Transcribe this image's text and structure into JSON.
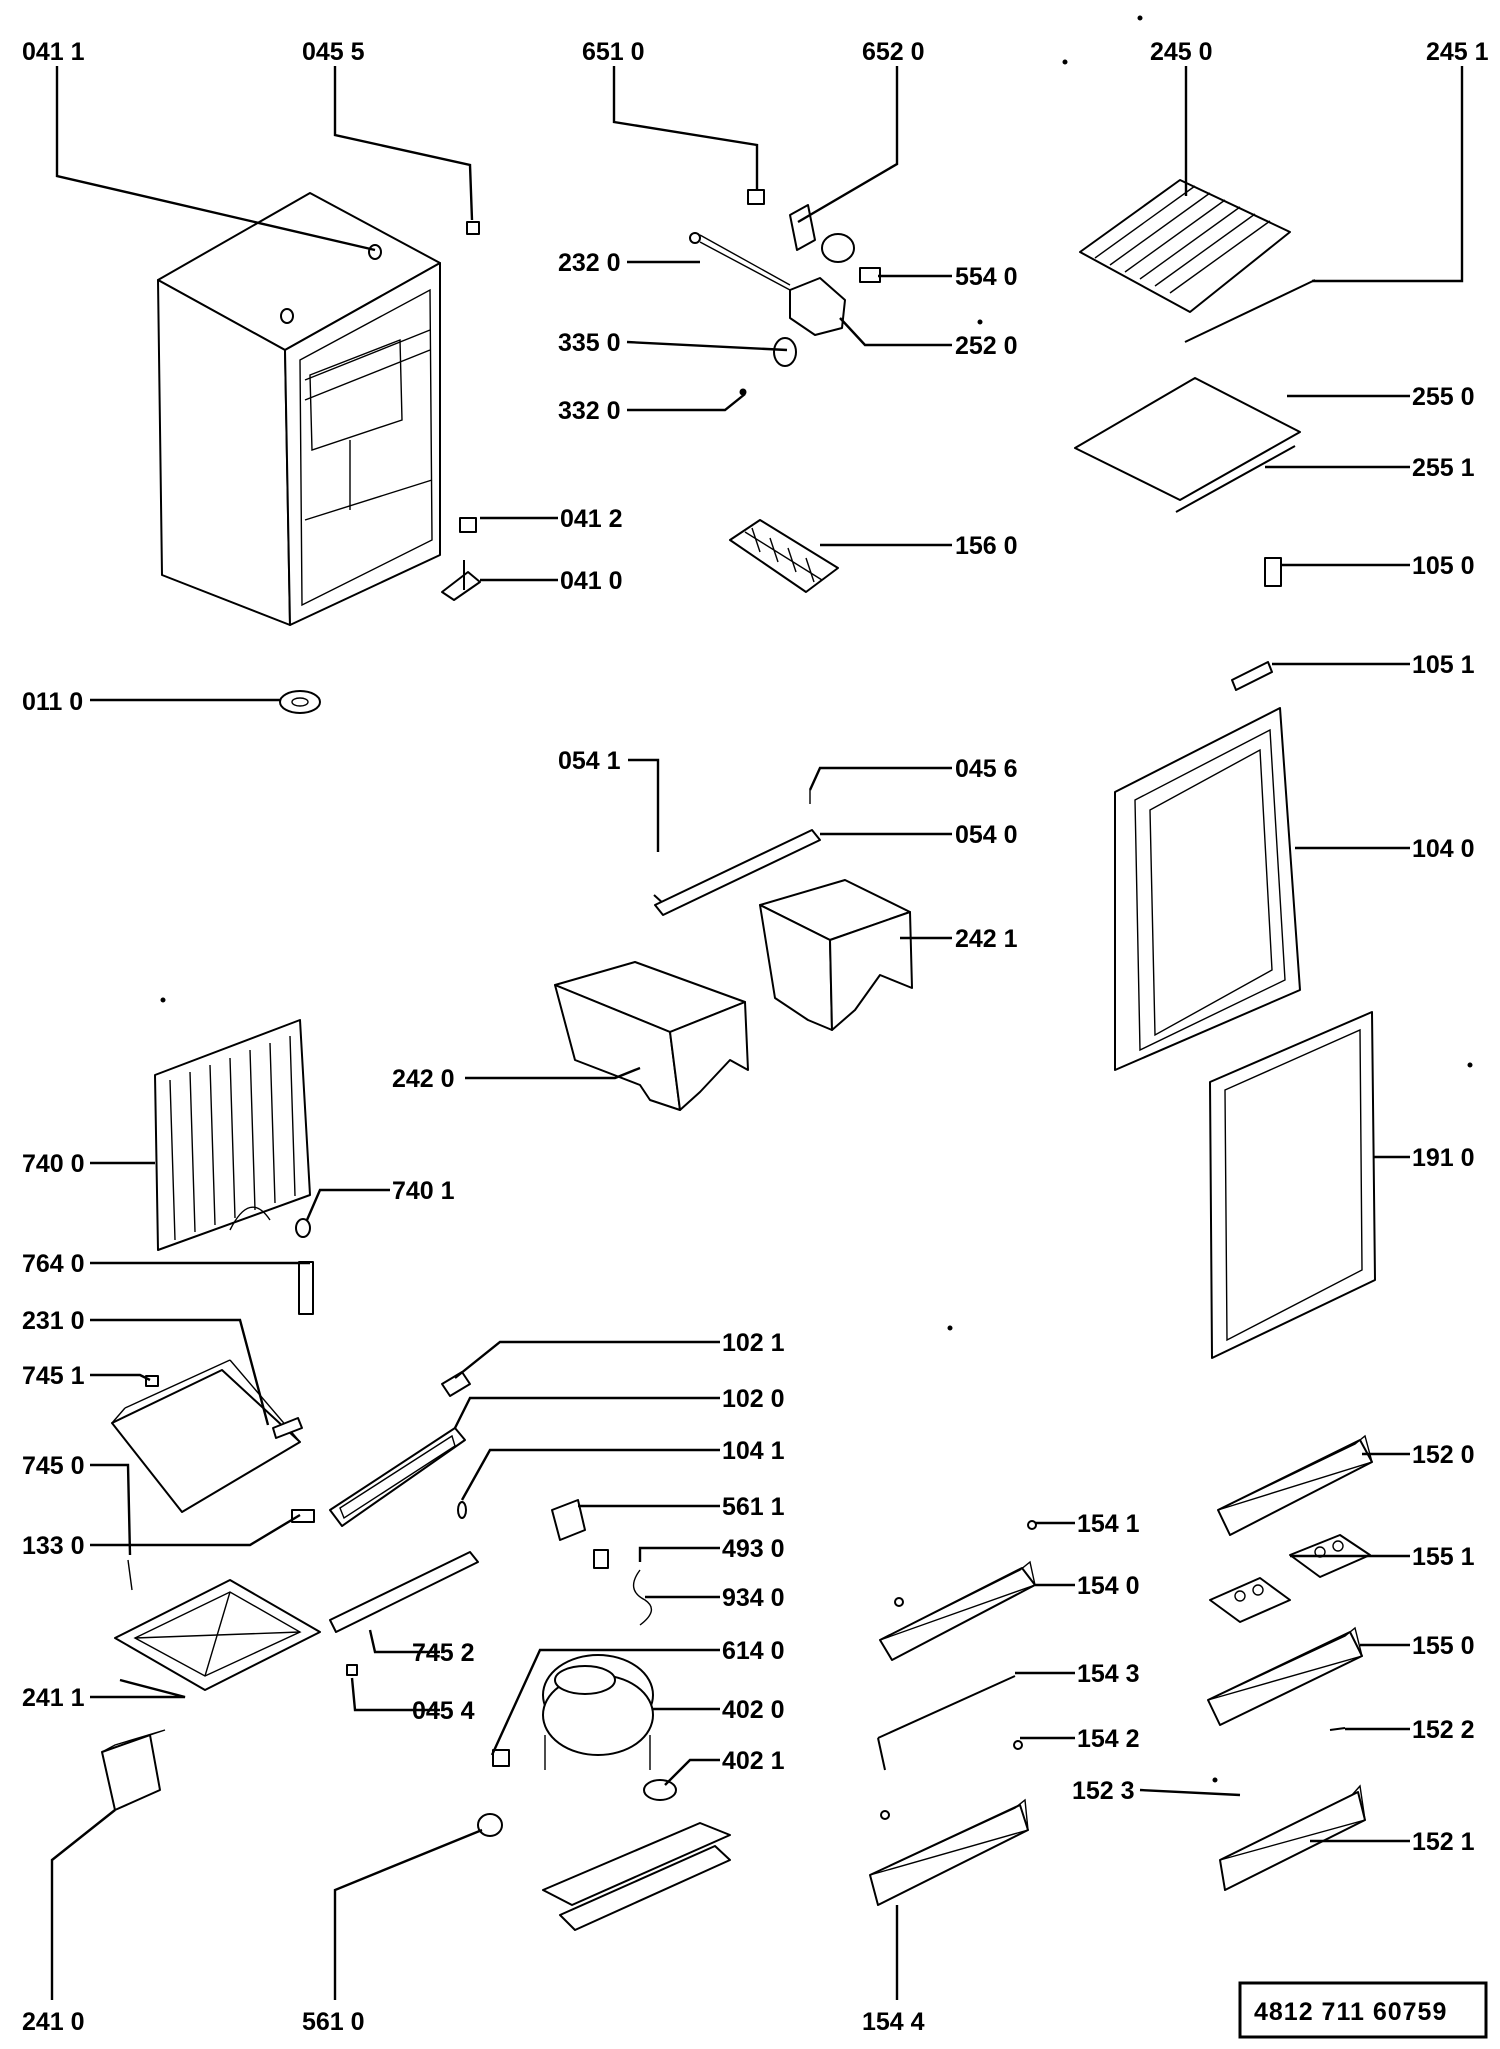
{
  "labels": {
    "l0411": "041 1",
    "l0455": "045 5",
    "l6510": "651 0",
    "l6520": "652 0",
    "l2450": "245 0",
    "l2451": "245 1",
    "l2320": "232 0",
    "l5540": "554 0",
    "l2520": "252 0",
    "l3350": "335 0",
    "l3320": "332 0",
    "l2550": "255 0",
    "l2551": "255 1",
    "l0412": "041 2",
    "l0410": "041 0",
    "l1560": "156 0",
    "l1050": "105 0",
    "l1051": "105 1",
    "l0110": "011 0",
    "l0541": "054 1",
    "l0456": "045 6",
    "l0540": "054 0",
    "l1040": "104 0",
    "l2421": "242 1",
    "l2420": "242 0",
    "l7400": "740 0",
    "l1910": "191 0",
    "l7401": "740 1",
    "l7640": "764 0",
    "l2310": "231 0",
    "l1021": "102 1",
    "l7451": "745 1",
    "l1020": "102 0",
    "l7450": "745 0",
    "l1041": "104 1",
    "l1520": "152 0",
    "l5611": "561 1",
    "l1541": "154 1",
    "l1330": "133 0",
    "l4930": "493 0",
    "l1551": "155 1",
    "l1540": "154 0",
    "l9340": "934 0",
    "l6140": "614 0",
    "l1550": "155 0",
    "l7452": "745 2",
    "l1543": "154 3",
    "l2411": "241 1",
    "l4020": "402 0",
    "l0454": "045 4",
    "l1542": "154 2",
    "l1522": "152 2",
    "l4021": "402 1",
    "l1523": "152 3",
    "l1521": "152 1",
    "l2410": "241 0",
    "l5610": "561 0",
    "l1544": "154 4"
  },
  "document_code": "4812  711  60759"
}
